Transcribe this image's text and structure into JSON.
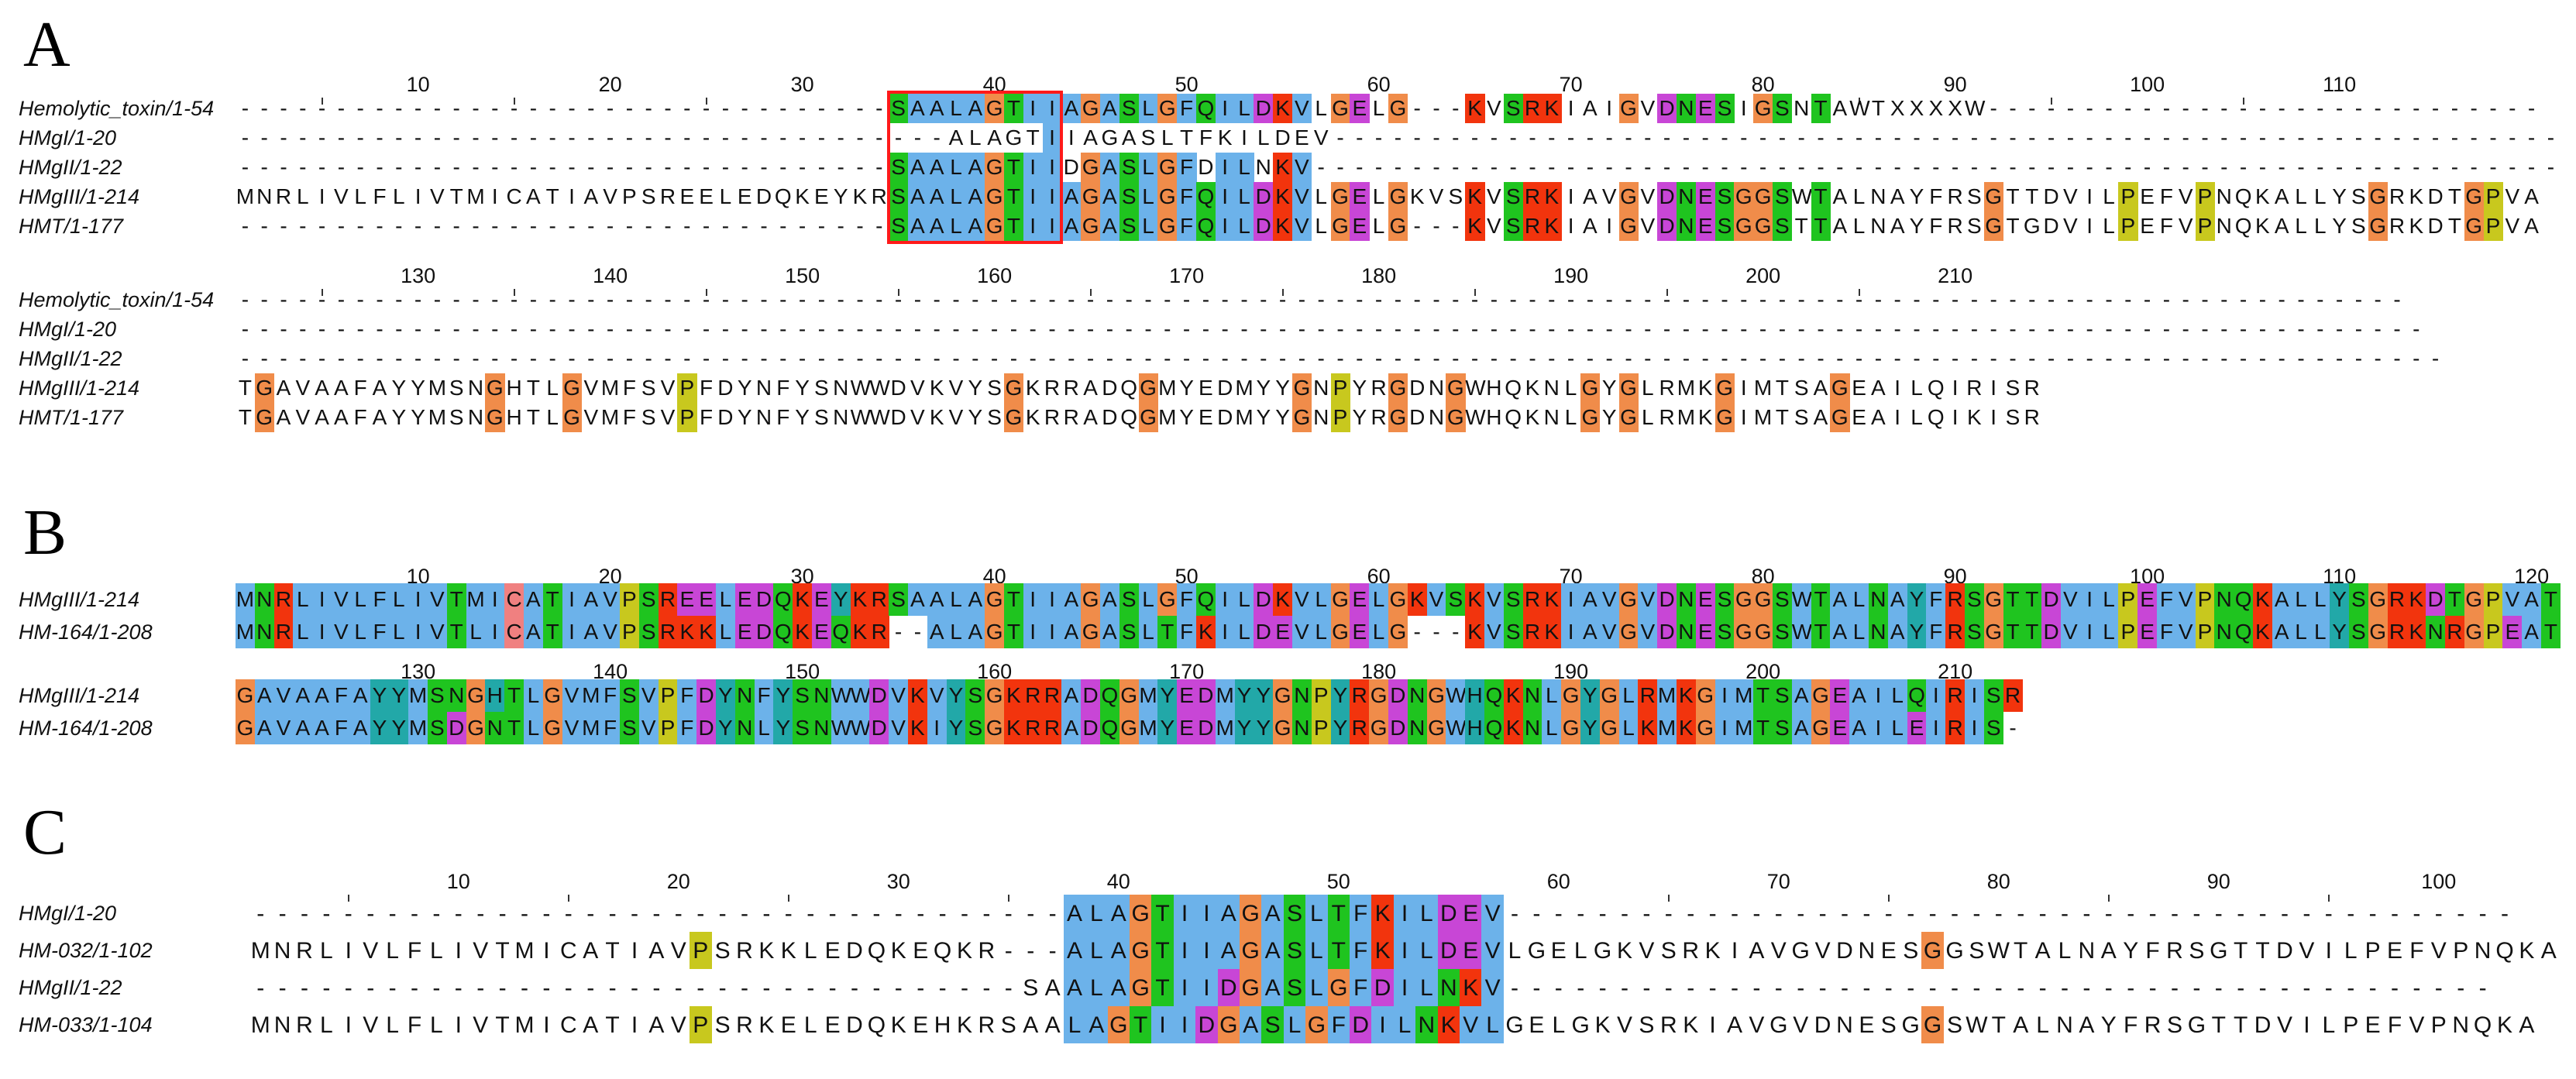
{
  "colors": {
    "A": "#6cb2ea",
    "I": "#6cb2ea",
    "L": "#6cb2ea",
    "M": "#6cb2ea",
    "F": "#6cb2ea",
    "W": "#6cb2ea",
    "V": "#6cb2ea",
    "C": "#f08080",
    "K": "#f2340d",
    "R": "#f2340d",
    "E": "#c846d6",
    "D": "#c846d6",
    "N": "#1fc41f",
    "Q": "#1fc41f",
    "S": "#1fc41f",
    "T": "#1fc41f",
    "G": "#f08c4a",
    "P": "#c8c81e",
    "H": "#22a8a8",
    "Y": "#22a8a8",
    "red_box": "#ff1a1a"
  },
  "panels": [
    {
      "label": "A",
      "blocks": [
        {
          "ruler": [
            10,
            20,
            30,
            40,
            50,
            60,
            70,
            80,
            90,
            100,
            110
          ],
          "rows": [
            {
              "name": "Hemolytic_toxin/1-54",
              "seq": "----------------------------------SAALAGTIIAGASLGFQILDKVLGELG---KVSRKIAIGVDNESIGSNTAWTXXXXW-----------------------------"
            },
            {
              "name": "HMgI/1-20",
              "seq": "-------------------------------------ALAGTIIAGASLTFKILDEV-----------------------------------------------------------------"
            },
            {
              "name": "HMgII/1-22",
              "seq": "----------------------------------SAALAGTIIDGASLGFDILNKV-----------------------------------------------------------------"
            },
            {
              "name": "HMgIII/1-214",
              "seq": "MNRLIVLFLIVTMICATIAVPSREELEDQKEYKRSAALAGTIIAGASLGFQILDKVLGELGKVSKVSRKIAVGVDNESGGSWTALNAYFRSGTTDVILPEFVPNQKALLYSGRKDTGPVA"
            },
            {
              "name": "HMT/1-177",
              "seq": "----------------------------------SAALAGTIIAGASLGFQILDKVLGELG---KVSRKIAIGVDNESGGSTTALNAYFRSGTGDVILPEFVPNQKALLYSGRKDTGPVA"
            }
          ],
          "box": [
            35,
            43
          ],
          "color_cols": [
            [
              35,
              70
            ],
            [
              71,
              150
            ]
          ]
        },
        {
          "ruler": [
            130,
            140,
            150,
            160,
            170,
            180,
            190,
            200,
            210
          ],
          "rows": [
            {
              "name": "Hemolytic_toxin/1-54",
              "seq": "-----------------------------------------------------------------------------------------------------------------"
            },
            {
              "name": "HMgI/1-20",
              "seq": "------------------------------------------------------------------------------------------------------------------"
            },
            {
              "name": "HMgII/1-22",
              "seq": "-------------------------------------------------------------------------------------------------------------------"
            },
            {
              "name": "HMgIII/1-214",
              "seq": "TGAVAAFAYYMSNGHTLGVMFSVPFDYNFYSNWWDVKVYSGKRRADQGMYEDMYYGNPYRGDNGWHQKNLGYGLRMKGIMTSAGEAILQIRISR"
            },
            {
              "name": "HMT/1-177",
              "seq": "TGAVAAFAYYMSNGHTLGVMFSVPFDYNFYSNWWDVKVYSGKRRADQGMYEDMYYGNPYRGDNGWHQKNLGYGLRMKGIMTSAGEAILQIKISR"
            }
          ]
        }
      ]
    },
    {
      "label": "B",
      "blocks": [
        {
          "ruler": [
            10,
            20,
            30,
            40,
            50,
            60,
            70,
            80,
            90,
            100,
            110,
            120
          ],
          "rows": [
            {
              "name": "HMgIII/1-214",
              "seq": "MNRLIVLFLIVTMICATIAVPSREELEDQKEYKRSAALAGTIIAGASLGFQILDKVLGELGKVSKVSRKIAVGVDNESGGSWTALNAYFRSGTTDVILPEFVPNQKALLYSGRKDTGPVAT"
            },
            {
              "name": "HM-164/1-208",
              "seq": "MNRLIVLFLIVTLICATIAVPSRKKLEDQKEQKR--ALAGTIIAGASLTFKILDEVLGELG---KVSRKIAVGVDNESGGSWTALNAYFRSGTTDVILPEFVPNQKALLYSGRKNRGPEAT"
            }
          ]
        },
        {
          "ruler": [
            130,
            140,
            150,
            160,
            170,
            180,
            190,
            200,
            210
          ],
          "rows": [
            {
              "name": "HMgIII/1-214",
              "seq": "GAVAAFAYYMSNGHTLGVMFSVPFDYNFYSNWWDVKVYSGKRRADQGMYEDMYYGNPYRGDNGWHQKNLGYGLRMKGIMTSAGEAILQIRISR"
            },
            {
              "name": "HM-164/1-208",
              "seq": "GAVAAFAYYMSDGNTLGVMFSVPFDYNLYSNWWDVKIYSGKRRADQGMYEDMYYGNPYRGDNGWHQKNLGYGLKMKGIMTSAGEAILEIRIS-"
            }
          ]
        }
      ]
    },
    {
      "label": "C",
      "blocks": [
        {
          "ruler": [
            10,
            20,
            30,
            40,
            50,
            60,
            70,
            80,
            90,
            100
          ],
          "rows": [
            {
              "name": "HMgI/1-20",
              "seq": "-------------------------------------ALAGTIIAGASLTFKILDEV----------------------------------------------"
            },
            {
              "name": "HM-032/1-102",
              "seq": "MNRLIVLFLIVTMICATIAVPSRKKLEDQKEQKR---ALAGTIIAGASLTFKILDEVLGELGKVSRKIAVGVDNESGGSWTALNAYFRSGTTDVILPEFVPNQKA"
            },
            {
              "name": "HMgII/1-22",
              "seq": "-----------------------------------SAALAGTIIDGASLGFDILNKV---------------------------------------------"
            },
            {
              "name": "HM-033/1-104",
              "seq": "MNRLIVLFLIVTMICATIAVPSRKELEDQKEHKRSAALAGTIIDGASLGFDILNKVLGELGKVSRKIAVGVDNESGGSWTALNAYFRSGTTDVILPEFVPNQKA"
            }
          ]
        }
      ]
    }
  ]
}
